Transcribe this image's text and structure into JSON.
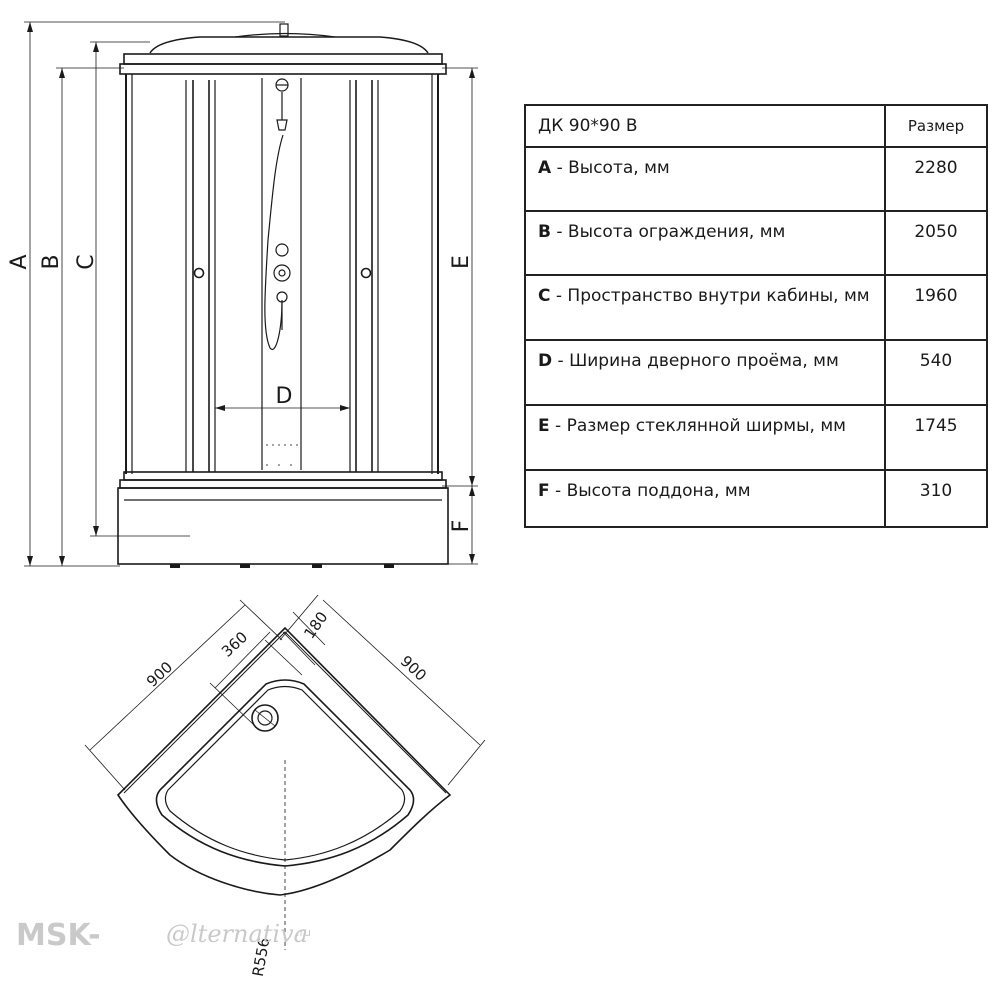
{
  "dimension_letters": {
    "a": "A",
    "b": "B",
    "c": "C",
    "d": "D",
    "e": "E",
    "f": "F"
  },
  "plan_dimensions": {
    "left_width": "900",
    "right_width": "900",
    "offset_a": "360",
    "offset_b": "180",
    "radius": "R556"
  },
  "table": {
    "model": "ДК  90*90 В",
    "size_header": "Размер",
    "rows": [
      {
        "letter": "A",
        "label": " - Высота, мм",
        "value": "2280"
      },
      {
        "letter": "B",
        "label": " - Высота ограждения, мм",
        "value": "2050"
      },
      {
        "letter": "C",
        "label": " - Пространство внутри кабины, мм",
        "value": "1960"
      },
      {
        "letter": "D",
        "label": " - Ширина дверного проёма, мм",
        "value": "540"
      },
      {
        "letter": "E",
        "label": " - Размер стеклянной ширмы, мм",
        "value": "1745"
      },
      {
        "letter": "F",
        "label": " - Высота поддона, мм",
        "value": "310"
      }
    ]
  },
  "watermark": {
    "brand": "MSK-",
    "script": "@lternativa",
    "domain": ".ru"
  }
}
